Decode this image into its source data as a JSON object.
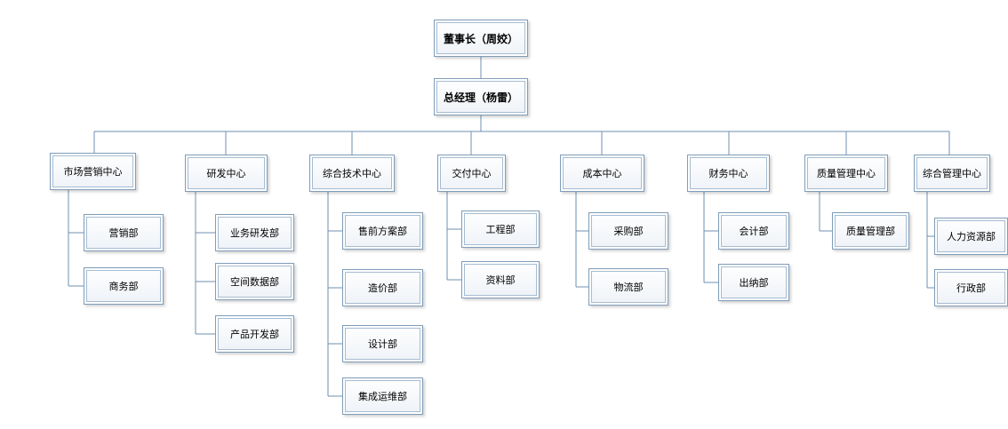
{
  "chairman": "董事长（周姣）",
  "general_manager": "总经理（杨雷）",
  "centers": [
    {
      "name": "市场营销中心",
      "depts": [
        "营销部",
        "商务部"
      ]
    },
    {
      "name": "研发中心",
      "depts": [
        "业务研发部",
        "空间数据部",
        "产品开发部"
      ]
    },
    {
      "name": "综合技术中心",
      "depts": [
        "售前方案部",
        "造价部",
        "设计部",
        "集成运维部"
      ]
    },
    {
      "name": "交付中心",
      "depts": [
        "工程部",
        "资料部"
      ]
    },
    {
      "name": "成本中心",
      "depts": [
        "采购部",
        "物流部"
      ]
    },
    {
      "name": "财务中心",
      "depts": [
        "会计部",
        "出纳部"
      ]
    },
    {
      "name": "质量管理中心",
      "depts": [
        "质量管理部"
      ]
    },
    {
      "name": "综合管理中心",
      "depts": [
        "人力资源部",
        "行政部"
      ]
    }
  ]
}
